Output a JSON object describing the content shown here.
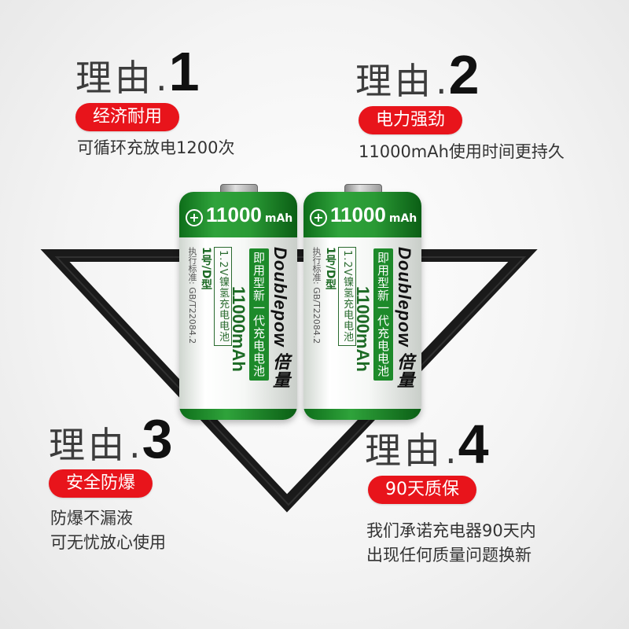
{
  "reasons": [
    {
      "word": "理由",
      "dot": ".",
      "num": "1",
      "tag": "经济耐用",
      "lines": [
        "可循环充放电1200次"
      ]
    },
    {
      "word": "理由",
      "dot": ".",
      "num": "2",
      "tag": "电力强劲",
      "lines": [
        "11000mAh使用时间更持久"
      ]
    },
    {
      "word": "理由",
      "dot": ".",
      "num": "3",
      "tag": "安全防爆",
      "lines": [
        "防爆不漏液",
        "可无忧放心使用"
      ]
    },
    {
      "word": "理由",
      "dot": ".",
      "num": "4",
      "tag": "90天质保",
      "lines": [
        "我们承诺充电器90天内",
        "出现任何质量问题换新"
      ]
    }
  ],
  "battery": {
    "capacity": "11000",
    "unit": "mAh",
    "plus": "+",
    "brand": "Doublepow 倍量",
    "slogan": "即用型新一代充电电池",
    "spec": "1.2V镍氢充电电池",
    "big_capacity": "11000mAh",
    "type": "1号/D型",
    "standard": "执行标准: GB/T22084.2"
  },
  "colors": {
    "accent_red": "#e8141b",
    "battery_green": "#2fa33b",
    "triangle": "#1a1a1a"
  }
}
